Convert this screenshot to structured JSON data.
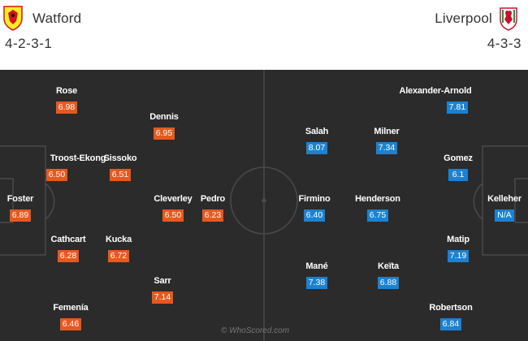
{
  "home": {
    "name": "Watford",
    "formation": "4-2-3-1",
    "crest_icon": "watford-crest-icon",
    "rating_color": "#e8581d",
    "players": [
      {
        "name": "Rose",
        "rating": "6.98"
      },
      {
        "name": "Dennis",
        "rating": "6.95"
      },
      {
        "name": "Troost-Ekong",
        "rating": "6.50"
      },
      {
        "name": "Sissoko",
        "rating": "6.51"
      },
      {
        "name": "Foster",
        "rating": "6.89"
      },
      {
        "name": "Cleverley",
        "rating": "6.50"
      },
      {
        "name": "Pedro",
        "rating": "6.23"
      },
      {
        "name": "Cathcart",
        "rating": "6.28"
      },
      {
        "name": "Kucka",
        "rating": "6.72"
      },
      {
        "name": "Sarr",
        "rating": "7.14"
      },
      {
        "name": "Femenía",
        "rating": "6.46"
      }
    ]
  },
  "away": {
    "name": "Liverpool",
    "formation": "4-3-3",
    "crest_icon": "liverpool-crest-icon",
    "rating_color": "#1b82d1",
    "players": [
      {
        "name": "Alexander-Arnold",
        "rating": "7.81"
      },
      {
        "name": "Salah",
        "rating": "8.07"
      },
      {
        "name": "Milner",
        "rating": "7.34"
      },
      {
        "name": "Gomez",
        "rating": "6.1"
      },
      {
        "name": "Firmino",
        "rating": "6.40"
      },
      {
        "name": "Henderson",
        "rating": "6.75"
      },
      {
        "name": "Kelleher",
        "rating": "N/A"
      },
      {
        "name": "Matip",
        "rating": "7.19"
      },
      {
        "name": "Mané",
        "rating": "7.38"
      },
      {
        "name": "Keïta",
        "rating": "6.88"
      },
      {
        "name": "Robertson",
        "rating": "6.84"
      }
    ]
  },
  "watermark": "© WhoScored.com",
  "pitch_color": "#2b2b2b"
}
